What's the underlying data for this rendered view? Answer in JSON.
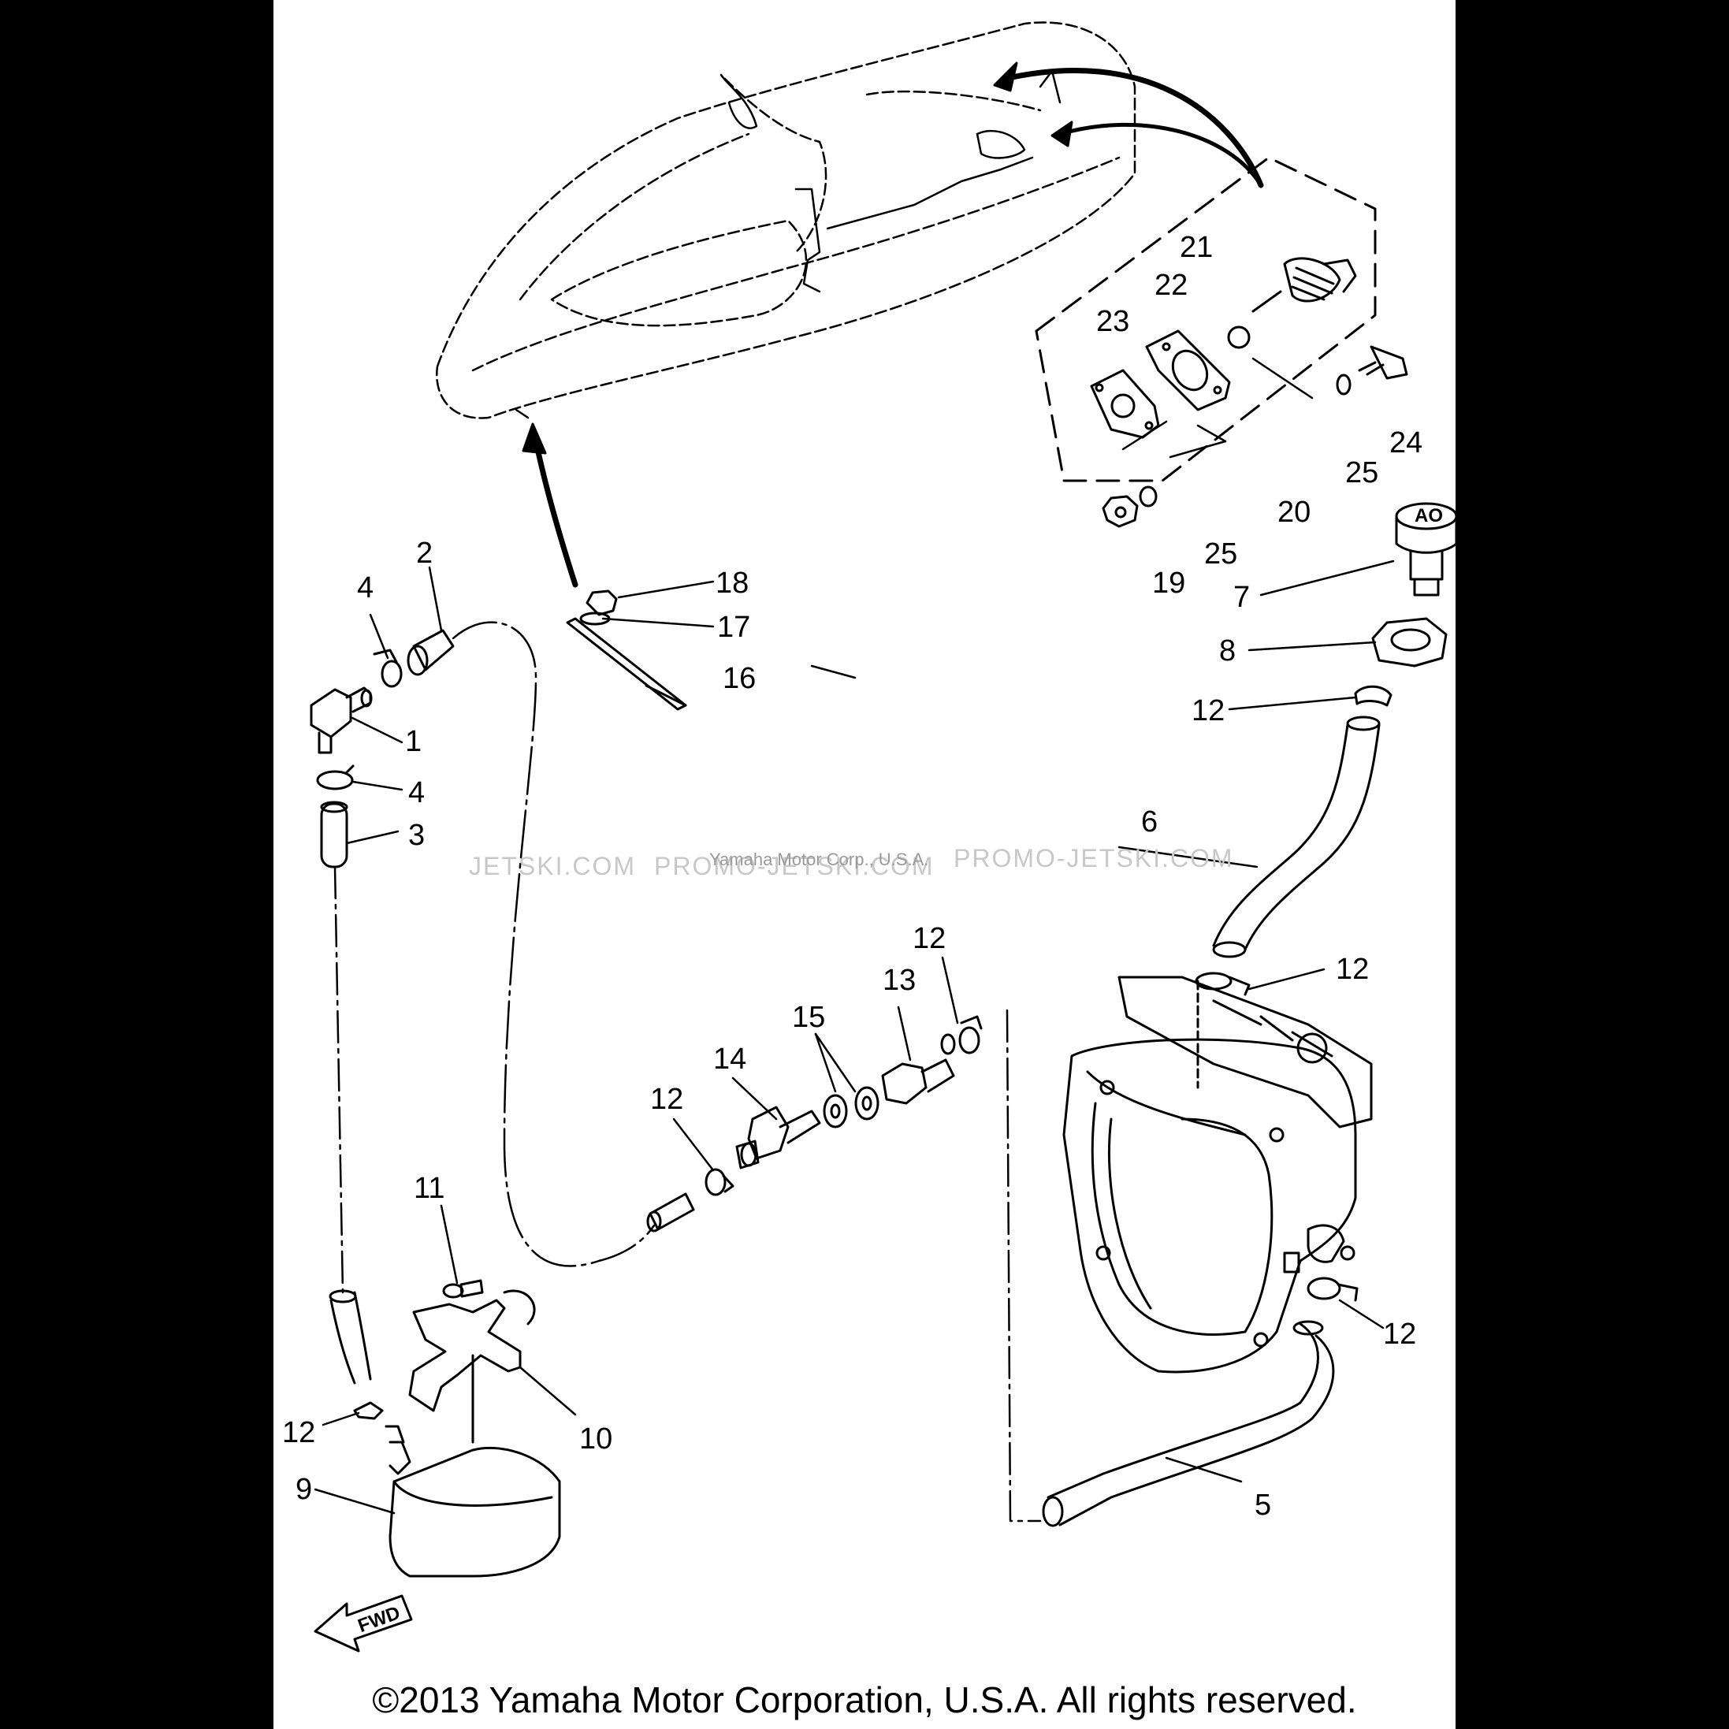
{
  "copyright": "©2013 Yamaha Motor Corporation, U.S.A. All rights reserved.",
  "watermark": {
    "left": "JETSKI.COM",
    "mid": "PROMO-JETSKI.COM",
    "right": "PROMO-JETSKI.COM",
    "center": "Yamaha Motor Corp., U.S.A."
  },
  "fwd_label": "FWD",
  "callouts": {
    "c1": "1",
    "c2": "2",
    "c3": "3",
    "c4a": "4",
    "c4b": "4",
    "c5": "5",
    "c6": "6",
    "c7": "7",
    "c8": "8",
    "c9": "9",
    "c10": "10",
    "c11": "11",
    "c12a": "12",
    "c12b": "12",
    "c12c": "12",
    "c12d": "12",
    "c12e": "12",
    "c12f": "12",
    "c13": "13",
    "c14": "14",
    "c15": "15",
    "c16": "16",
    "c17": "17",
    "c18": "18",
    "c19": "19",
    "c20": "20",
    "c21": "21",
    "c22": "22",
    "c23": "23",
    "c24": "24",
    "c25a": "25",
    "c25b": "25"
  }
}
